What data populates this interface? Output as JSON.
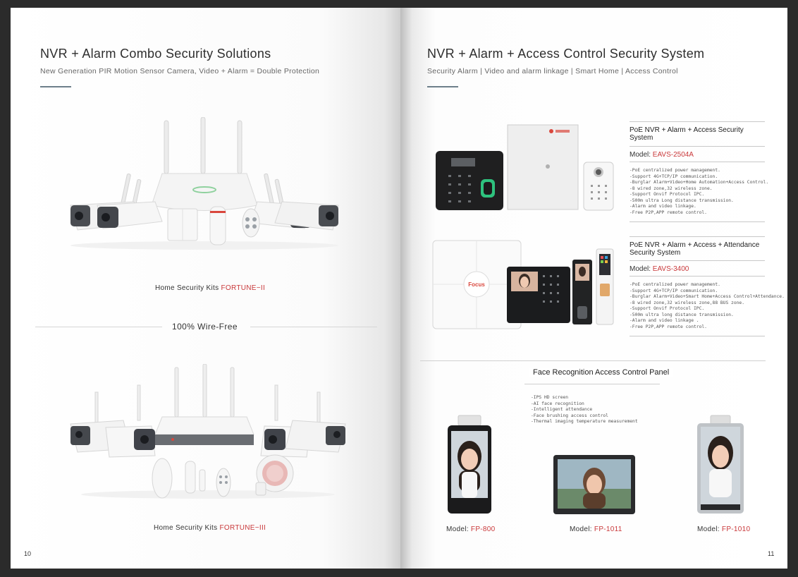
{
  "left": {
    "title": "NVR + Alarm Combo Security Solutions",
    "subtitle": "New Generation PIR Motion Sensor Camera, Video + Alarm = Double Protection",
    "kit1": {
      "prefix": "Home Security Kits ",
      "name": "FORTUNE−II"
    },
    "divider_label": "100% Wire-Free",
    "kit2": {
      "prefix": "Home Security Kits ",
      "name": "FORTUNE−III"
    },
    "page_number": "10"
  },
  "right": {
    "title": "NVR + Alarm + Access Control Security System",
    "subtitle": "Security Alarm | Video and alarm linkage | Smart Home | Access Control",
    "product1": {
      "title": "PoE NVR + Alarm + Access Security System",
      "model_label": "Model: ",
      "model": "EAVS-2504A",
      "features": [
        "-PoE centralized power management.",
        "-Support 4G+TCP/IP communication.",
        "-Burglar Alarm+Video+Home Automation+Access Control.",
        "-8 wired zone,32 wireless zone.",
        "-Support Onvif Protocol IPC.",
        "-500m ultra Long distance transmission.",
        "-Alarm and video linkage.",
        "-Free P2P,APP remote control."
      ]
    },
    "product2": {
      "title": "PoE NVR + Alarm + Access + Attendance Security System",
      "model_label": "Model: ",
      "model": "EAVS-3400",
      "features": [
        "-PoE centralized power management.",
        "-Support 4G+TCP/IP communication.",
        "-Burglar Alarm+Video+Smart Home+Access Control+Attendance.",
        "-8 wired zone,32 wireless zone,88 BUS zone.",
        "-Support Onvif Protocol IPC.",
        "-500m ultra long distance transmission.",
        "-Alarm and video linkage .",
        "-Free P2P,APP remote control."
      ]
    },
    "face": {
      "title": "Face Recognition Access Control Panel",
      "features": [
        "-IPS HD screen",
        "-AI face recognition",
        "-Intelligent attendance",
        "-Face brushing access control",
        "-Thermal imaging temperature measurement"
      ],
      "models": [
        {
          "label": "Model: ",
          "name": "FP-800"
        },
        {
          "label": "Model: ",
          "name": "FP-1011"
        },
        {
          "label": "Model: ",
          "name": "FP-1010"
        }
      ]
    },
    "brand": "Focus",
    "page_number": "11"
  },
  "colors": {
    "accent_red": "#c9383a",
    "rule": "#6d7f8a",
    "background": "#2b2b2b"
  }
}
